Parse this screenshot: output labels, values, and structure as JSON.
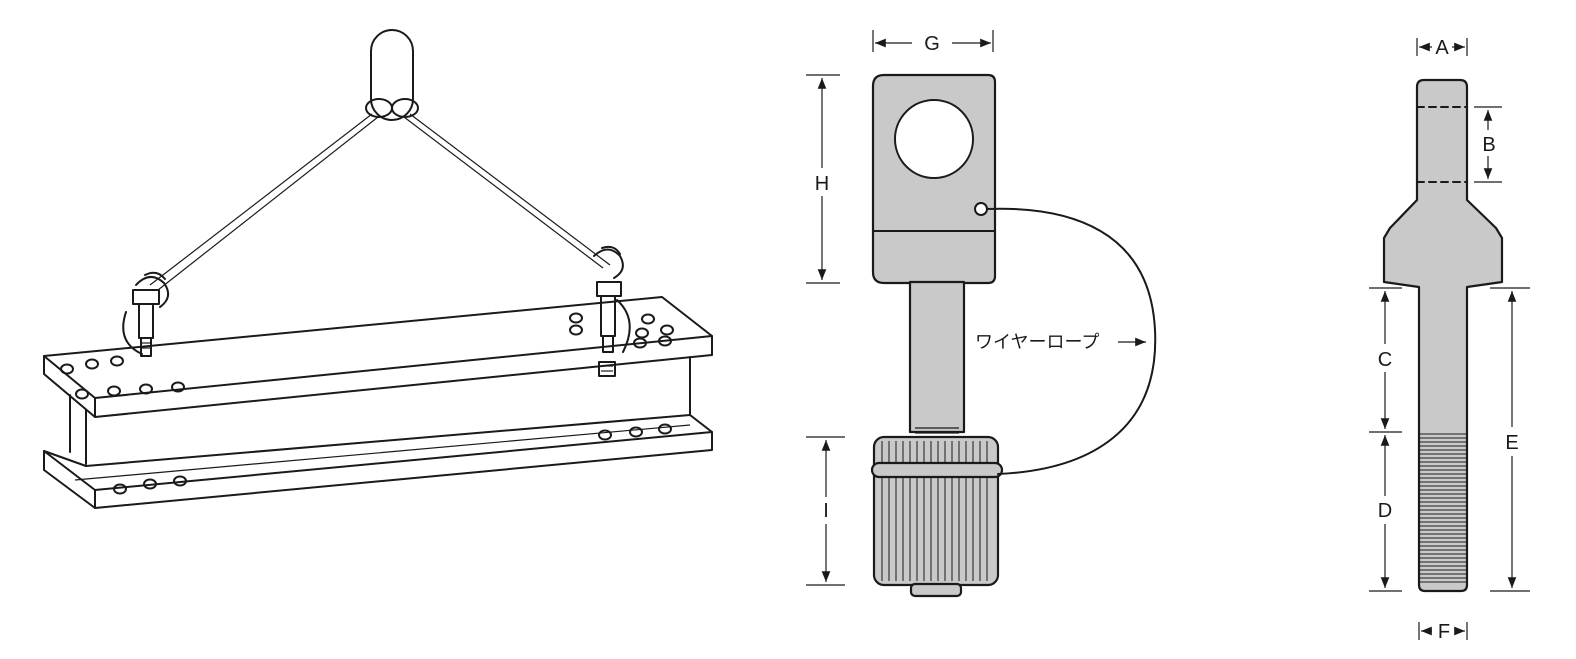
{
  "labels": {
    "G": "G",
    "H": "H",
    "I": "I",
    "A": "A",
    "B": "B",
    "C": "C",
    "D": "D",
    "E": "E",
    "F": "F",
    "wire_rope": "ワイヤーロープ"
  }
}
